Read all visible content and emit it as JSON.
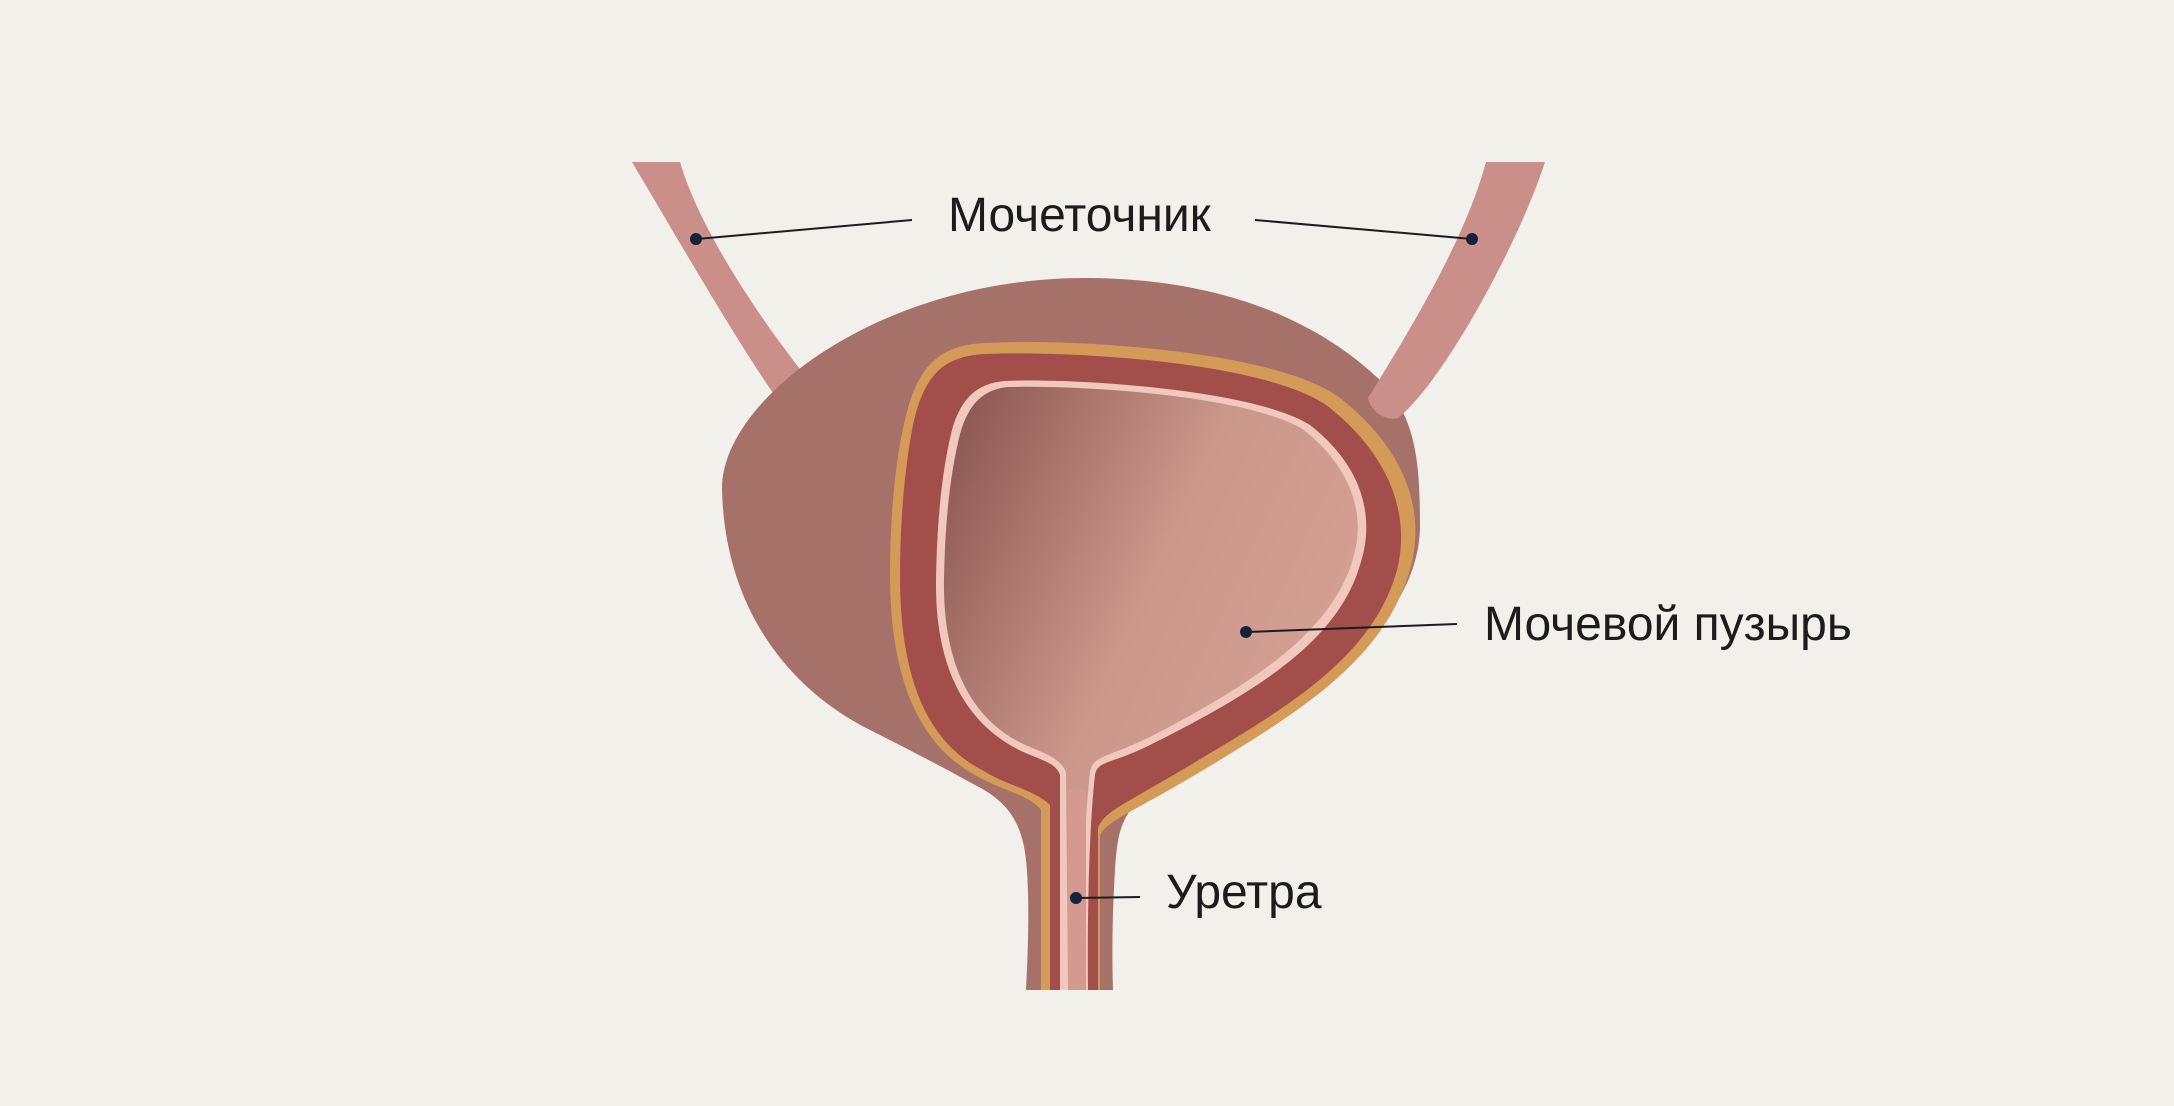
{
  "diagram": {
    "labels": {
      "ureter": "Мочеточник",
      "bladder": "Мочевой пузырь",
      "urethra": "Уретра"
    },
    "colors": {
      "background": "#f2f0eb",
      "outer_wall": "#a67168",
      "ureter": "#c98f88",
      "muscle_layer": "#a24f4b",
      "outline_layer": "#d49a57",
      "lumen_light": "#d09a8e",
      "lumen_dark": "#87524d",
      "mucosa_line": "#f0c8bc",
      "leader": "#1c1c1c",
      "dot": "#16213a"
    }
  }
}
